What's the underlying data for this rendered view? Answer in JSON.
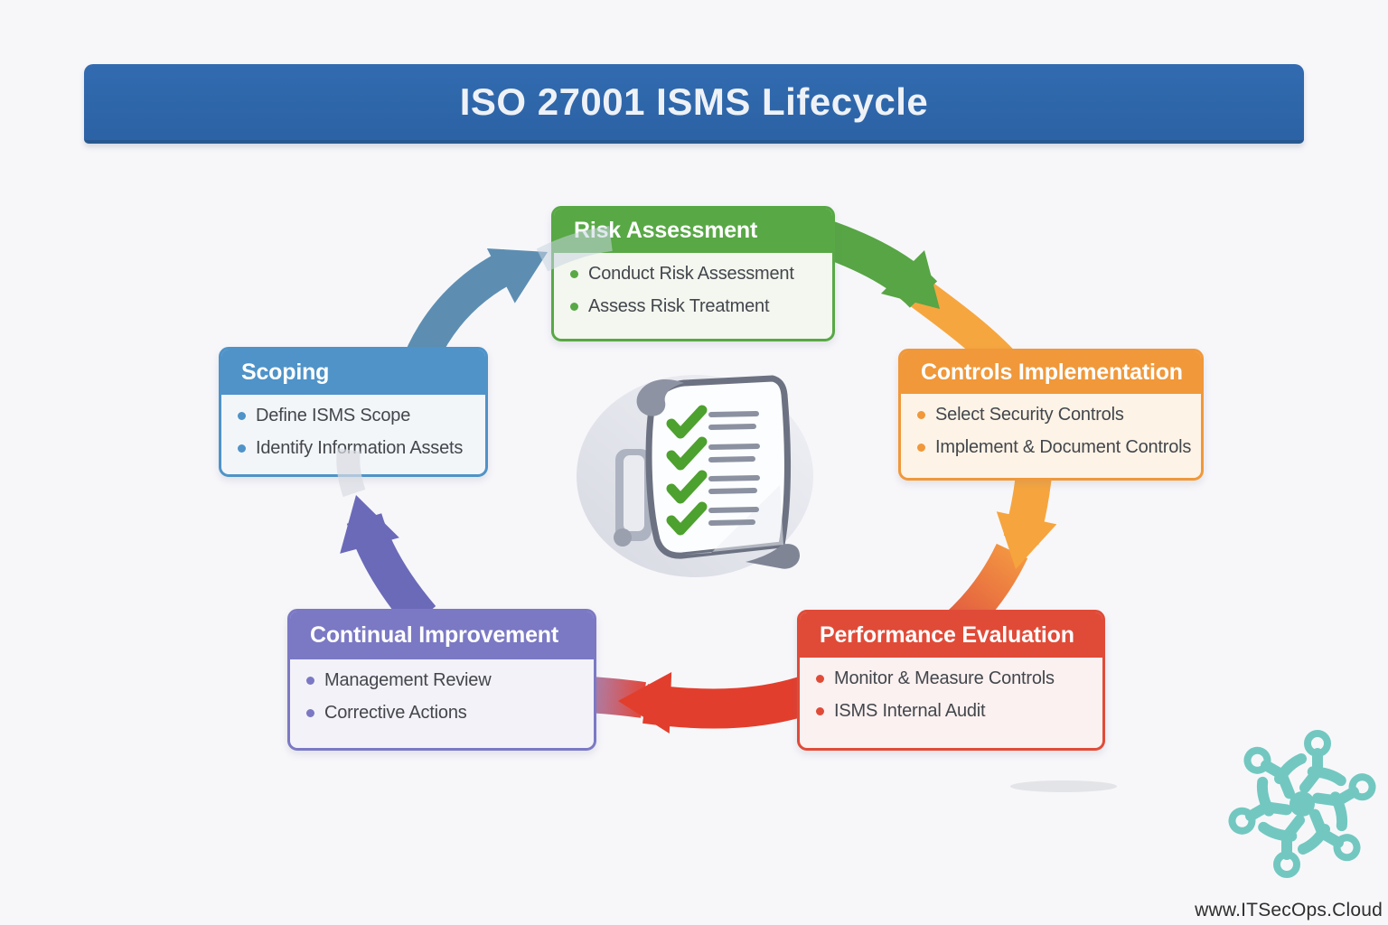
{
  "title": "ISO 27001 ISMS Lifecycle",
  "watermark": "www.ITSecOps.Cloud",
  "colors": {
    "title_bar": "#2d66a9",
    "background": "#f7f7fa",
    "logo_teal": "#72c8c0",
    "arrow_blue": "#5d8eb2",
    "arrow_green": "#57a544",
    "arrow_orange": "#f5a43e",
    "arrow_red": "#e23e2d",
    "arrow_purple": "#6b6ab9"
  },
  "stages": [
    {
      "id": "scoping",
      "label": "Scoping",
      "color": "#4f93c8",
      "body": "#f3f6f9",
      "items": [
        "Define ISMS Scope",
        "Identify Information Assets"
      ]
    },
    {
      "id": "risk-assessment",
      "label": "Risk Assessment",
      "color": "#58a845",
      "body": "#f3f7ef",
      "items": [
        "Conduct Risk Assessment",
        "Assess Risk Treatment"
      ]
    },
    {
      "id": "controls-implementation",
      "label": "Controls Implementation",
      "color": "#f0983a",
      "body": "#fdf4e7",
      "items": [
        "Select Security Controls",
        "Implement & Document Controls"
      ]
    },
    {
      "id": "performance-evaluation",
      "label": "Performance Evaluation",
      "color": "#e04b38",
      "body": "#faf1f0",
      "items": [
        "Monitor & Measure Controls",
        "ISMS Internal Audit"
      ]
    },
    {
      "id": "continual-improvement",
      "label": "Continual Improvement",
      "color": "#7b79c4",
      "body": "#f3f2f8",
      "items": [
        "Management Review",
        "Corrective Actions"
      ]
    }
  ],
  "center_icon": "checklist-scroll",
  "logo": "itsecops-cloud-circuit-knot"
}
